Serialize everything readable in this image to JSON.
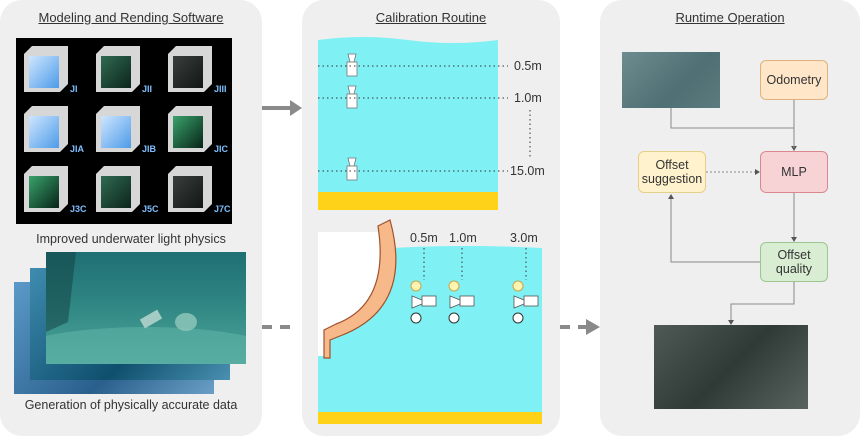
{
  "panels": {
    "modeling": {
      "title": "Modeling and Rending Software",
      "caption_top": "Improved underwater light physics",
      "caption_bottom": "Generation of physically accurate data",
      "cubes": [
        {
          "label": "JI"
        },
        {
          "label": "JII"
        },
        {
          "label": "JIII"
        },
        {
          "label": "JIA"
        },
        {
          "label": "JIB"
        },
        {
          "label": "JIC"
        },
        {
          "label": "J3C"
        },
        {
          "label": "J5C"
        },
        {
          "label": "J7C"
        }
      ]
    },
    "calibration": {
      "title": "Calibration Routine",
      "depths_top": [
        "0.5m",
        "1.0m",
        "15.0m"
      ],
      "distances_bottom": [
        "0.5m",
        "1.0m",
        "3.0m"
      ]
    },
    "runtime": {
      "title": "Runtime Operation",
      "nodes": {
        "odometry": "Odometry",
        "mlp": "MLP",
        "offset_suggestion": "Offset suggestion",
        "offset_quality": "Offset quality"
      }
    }
  },
  "colors": {
    "water": "#7ff0f4",
    "sand": "#ffd21a",
    "hull": "#f7b98a",
    "odometry_fill": "#ffe6c8",
    "mlp_fill": "#f8d3d6",
    "suggestion_fill": "#fff2cc",
    "quality_fill": "#d9edd3",
    "arrow": "#8a8a8a"
  }
}
